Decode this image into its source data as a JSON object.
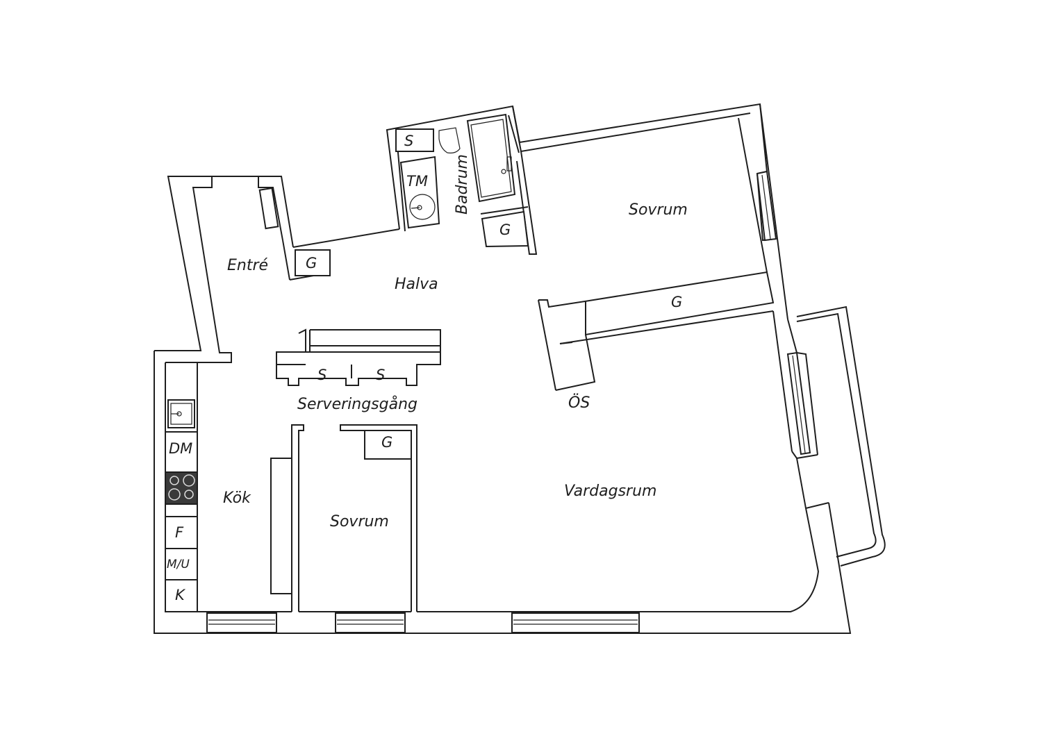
{
  "floor_plan": {
    "rooms": {
      "entre": "Entré",
      "halva": "Halva",
      "badrum": "Badrum",
      "sovrum_large": "Sovrum",
      "serveringsgang": "Serveringsgång",
      "os": "ÖS",
      "kok": "Kök",
      "sovrum_small": "Sovrum",
      "vardagsrum": "Vardagsrum"
    },
    "fixtures": {
      "bath_storage": "S",
      "tvattmaskin": "TM",
      "bath_wardrobe": "G",
      "entre_wardrobe": "G",
      "bedroom_wardrobe": "G",
      "serving_cabinet_1": "S",
      "serving_cabinet_2": "S",
      "small_bedroom_wardrobe": "G",
      "diskmaskin": "DM",
      "frys": "F",
      "microwave_oven": "M/U",
      "kyl": "K"
    },
    "colors": {
      "line": "#1e1e1e",
      "stove": "#3a3a3a",
      "background": "#ffffff"
    }
  }
}
